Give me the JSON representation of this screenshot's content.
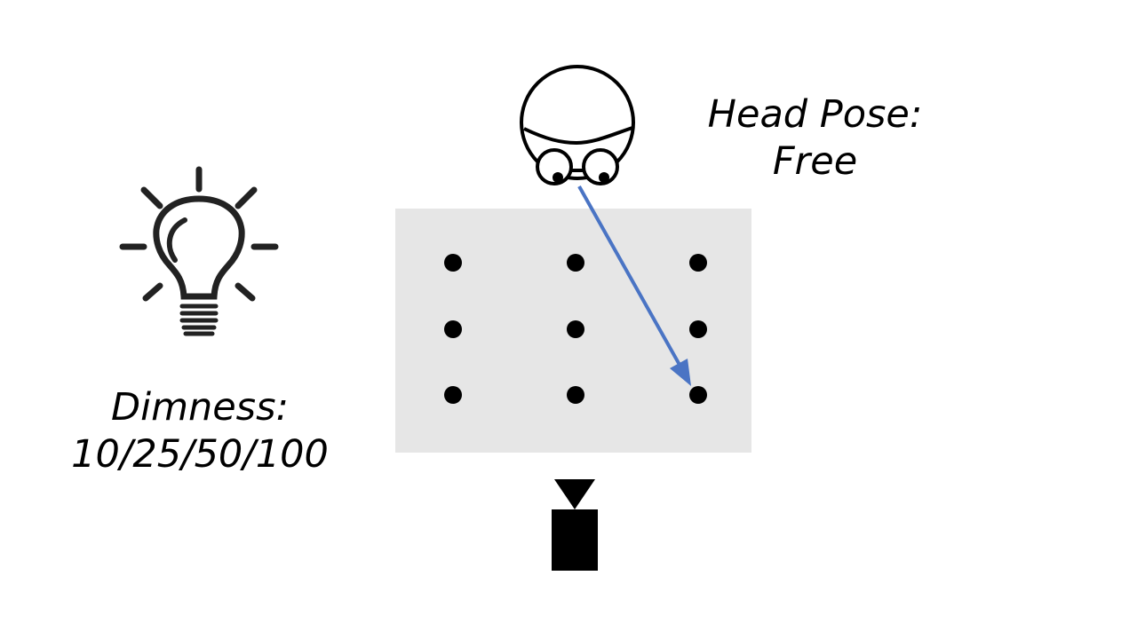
{
  "labels": {
    "dimness_title": "Dimness:",
    "dimness_values": "10/25/50/100",
    "headpose_title": "Head Pose:",
    "headpose_value": "Free"
  },
  "icons": {
    "light": "lightbulb-icon",
    "subject": "head-with-glasses-icon",
    "camera": "camera-icon"
  },
  "grid": {
    "rows": 3,
    "cols": 3,
    "target": {
      "row": 3,
      "col": 3
    }
  },
  "colors": {
    "screen": "#e6e6e6",
    "gaze_arrow": "#4a74c4",
    "ink": "#000000",
    "bulb": "#222222"
  }
}
